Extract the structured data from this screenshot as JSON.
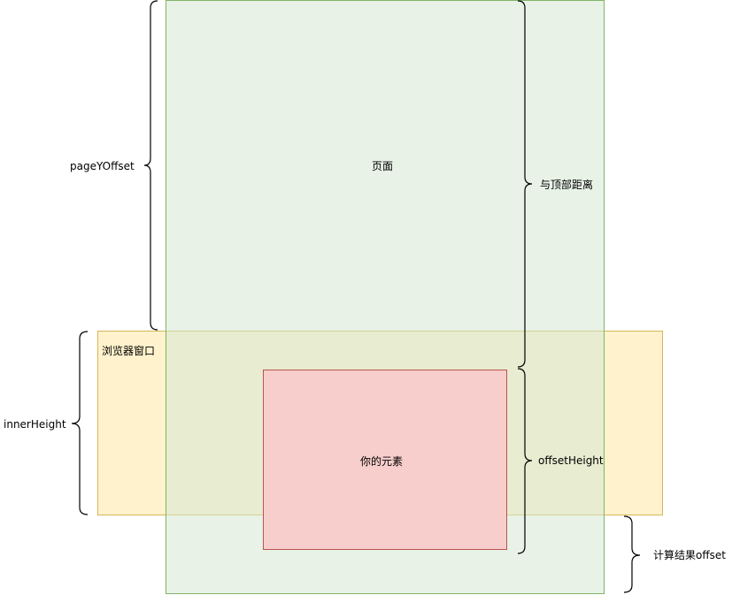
{
  "labels": {
    "page": "页面",
    "browser_window": "浏览器窗口",
    "element": "你的元素",
    "page_y_offset": "pageYOffset",
    "inner_height": "innerHeight",
    "top_distance": "与顶部距离",
    "offset_height": "offsetHeight",
    "computed_offset": "计算结果offset"
  },
  "colors": {
    "page_fill": "#d5e8d4",
    "page_stroke": "#82b366",
    "window_fill": "#fff2cc",
    "window_stroke": "#d6b656",
    "element_fill": "#f8cecc",
    "element_stroke": "#b85450"
  }
}
